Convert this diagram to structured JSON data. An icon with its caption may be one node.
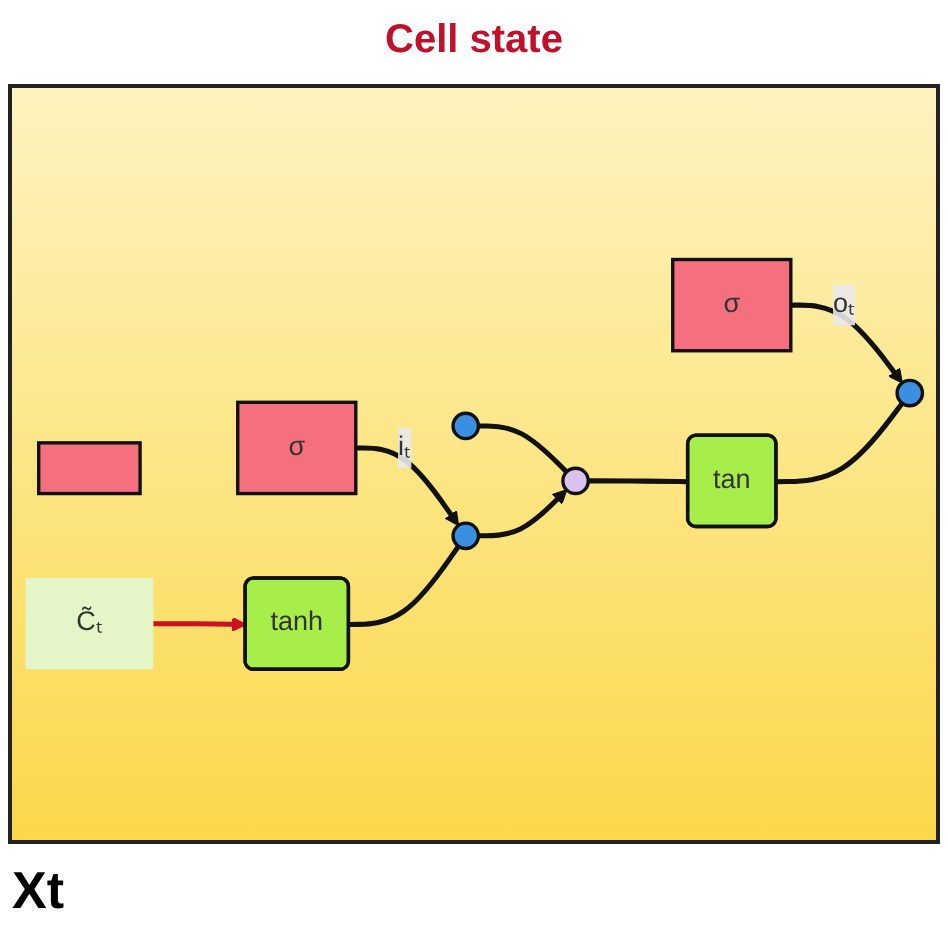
{
  "diagram": {
    "nodes": [
      {
        "text": [],
        "shape": "circle"
      },
      {
        "text": [],
        "shape": "circle"
      },
      {
        "text": [],
        "shape": "circle"
      },
      {
        "text": [],
        "shape": "box"
      },
      {
        "text": [
          "σ"
        ]
      },
      {
        "text": [
          "tanh"
        ]
      },
      {
        "text": [
          "σ"
        ]
      },
      {
        "text": [
          "tan"
        ]
      },
      {
        "text": [],
        "shape": "circle"
      },
      {
        "text": [
          "C̃ₜ"
        ]
      }
    ],
    "edges": [
      {
        "from": 0,
        "to": 1,
        "arrow": "none"
      },
      {
        "from": 1,
        "to": 7,
        "arrow": "none"
      },
      {
        "from": 2,
        "to": 1,
        "arrow": "to"
      },
      {
        "from": 4,
        "to": 2,
        "arrow": "to",
        "label": "iₜ"
      },
      {
        "from": 5,
        "to": 2,
        "arrow": "none"
      },
      {
        "from": 9,
        "to": 5,
        "arrow": "to",
        "color": "#cc1122"
      },
      {
        "from": 6,
        "to": 8,
        "arrow": "to",
        "label": "oₜ"
      },
      {
        "from": 7,
        "to": 8,
        "arrow": "none"
      }
    ],
    "labels": [
      "Cell state",
      "Xt"
    ]
  }
}
